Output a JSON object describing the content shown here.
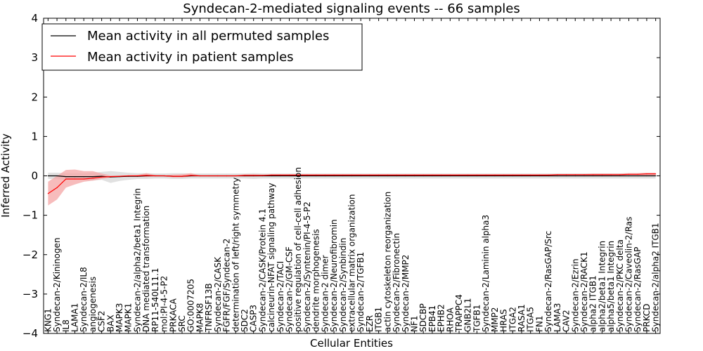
{
  "chart_data": {
    "type": "line",
    "title": "Syndecan-2-mediated signaling events -- 66 samples",
    "xlabel": "Cellular Entities",
    "ylabel": "Inferred Activity",
    "ylim": [
      -4,
      4
    ],
    "yticks": [
      -4,
      -3,
      -2,
      -1,
      0,
      1,
      2,
      3,
      4
    ],
    "legend_position": "top-left",
    "categories": [
      "KNG1",
      "Syndecan-2/Kininogen",
      "IL8",
      "LAMA1",
      "Syndecan-2/IL8",
      "angiogenesis",
      "CSF2",
      "BAX",
      "MAPK3",
      "MAPK1",
      "Syndecan-2/alpha2/beta1 Integrin",
      "DNA mediated transformation",
      "RP11-540L11.1",
      "mol:PI-4-5-P2",
      "PRKACA",
      "SRC",
      "GO:0007205",
      "MAPK8",
      "TNFRSF13B",
      "Syndecan-2/CASK",
      "FGFR/FGF/Syndecan-2",
      "determination of left/right symmetry",
      "SDC2",
      "CASP3",
      "Syndecan-2/CASK/Protein 4.1",
      "calcineurin-NFAT signaling pathway",
      "Syndecan-2/TACI",
      "Syndecan-2/GM-CSF",
      "positive regulation of cell-cell adhesion",
      "Syndecan-2/Syntenin/PI-4-5-P2",
      "dendrite morphogenesis",
      "Syndecan-2 dimer",
      "Syndecan-2/Neurofibromin",
      "Syndecan-2/Synbindin",
      "extracellular matrix organization",
      "Syndecan-2/TGFB1",
      "EZR",
      "ITGB1",
      "actin cytoskeleton reorganization",
      "Syndecan-2/Fibronectin",
      "Syndecan-2/MMP2",
      "NF1",
      "SDCBP",
      "EPB41",
      "EPHB2",
      "RHOA",
      "TRAPPC4",
      "GNB2L1",
      "TGFB1",
      "Syndecan-2/Laminin alpha3",
      "MMP2",
      "HRAS",
      "ITGA2",
      "RASA1",
      "ITGA5",
      "FN1",
      "Syndecan-2/RasGAP/Src",
      "LAMA3",
      "CAV2",
      "Syndecan-2/Ezrin",
      "Syndecan-2/RACK1",
      "alpha2 ITGB1",
      "alpha2/beta1 Integrin",
      "alpha5/beta1 Integrin",
      "Syndecan-2/PKC delta",
      "Syndecan-2/Caveolin-2/Ras",
      "Syndecan-2/RasGAP",
      "PRKCD",
      "Syndecan-2/alpha2 ITGB1"
    ],
    "series": [
      {
        "name": "Mean activity in all permuted samples",
        "color": "#000000",
        "band_color": "#d9d9d9",
        "values": [
          0,
          0,
          -0.02,
          -0.02,
          -0.02,
          -0.02,
          -0.01,
          -0.03,
          -0.02,
          -0.01,
          -0.01,
          0,
          0,
          0,
          -0.01,
          -0.01,
          0,
          0,
          0,
          0,
          0,
          0,
          0,
          0,
          0,
          0,
          0,
          0,
          0,
          0,
          0,
          0,
          0,
          0,
          0,
          0,
          0,
          0,
          0,
          0,
          0,
          0,
          0,
          0,
          0,
          0,
          0,
          0,
          0,
          0,
          0,
          0,
          0,
          0,
          0,
          0,
          0,
          0,
          0,
          0,
          0,
          0,
          0,
          0,
          0,
          0,
          0,
          0,
          0
        ],
        "lower": [
          -0.08,
          -0.08,
          -0.1,
          -0.1,
          -0.1,
          -0.12,
          -0.1,
          -0.18,
          -0.13,
          -0.1,
          -0.08,
          -0.08,
          -0.07,
          -0.07,
          -0.08,
          -0.08,
          -0.07,
          -0.07,
          -0.07,
          -0.07,
          -0.07,
          -0.07,
          -0.07,
          -0.08,
          -0.07,
          -0.07,
          -0.07,
          -0.07,
          -0.07,
          -0.07,
          -0.07,
          -0.07,
          -0.07,
          -0.07,
          -0.07,
          -0.07,
          -0.07,
          -0.07,
          -0.07,
          -0.07,
          -0.07,
          -0.07,
          -0.07,
          -0.07,
          -0.07,
          -0.07,
          -0.07,
          -0.07,
          -0.07,
          -0.07,
          -0.07,
          -0.07,
          -0.07,
          -0.07,
          -0.07,
          -0.07,
          -0.07,
          -0.07,
          -0.07,
          -0.07,
          -0.07,
          -0.07,
          -0.07,
          -0.07,
          -0.07,
          -0.07,
          -0.07,
          -0.07,
          -0.07
        ],
        "upper": [
          0.08,
          0.08,
          0.07,
          0.07,
          0.07,
          0.08,
          0.1,
          0.12,
          0.1,
          0.08,
          0.07,
          0.07,
          0.06,
          0.06,
          0.07,
          0.07,
          0.06,
          0.06,
          0.06,
          0.06,
          0.06,
          0.06,
          0.06,
          0.07,
          0.06,
          0.06,
          0.06,
          0.06,
          0.06,
          0.06,
          0.06,
          0.06,
          0.06,
          0.06,
          0.06,
          0.06,
          0.06,
          0.06,
          0.06,
          0.06,
          0.06,
          0.06,
          0.06,
          0.06,
          0.06,
          0.06,
          0.06,
          0.06,
          0.06,
          0.06,
          0.06,
          0.06,
          0.06,
          0.06,
          0.06,
          0.06,
          0.06,
          0.06,
          0.06,
          0.06,
          0.06,
          0.06,
          0.06,
          0.06,
          0.06,
          0.06,
          0.06,
          0.06,
          0.06
        ]
      },
      {
        "name": "Mean activity in patient samples",
        "color": "#ff0000",
        "band_color": "#f4a6a6",
        "values": [
          -0.45,
          -0.3,
          -0.08,
          -0.08,
          -0.08,
          -0.06,
          -0.03,
          -0.02,
          -0.01,
          0,
          0,
          0.01,
          0,
          0,
          -0.01,
          -0.01,
          0.01,
          0,
          0,
          0,
          0,
          0,
          0.01,
          0.01,
          0.01,
          0.02,
          0.02,
          0.02,
          0.02,
          0.02,
          0.02,
          0.02,
          0.02,
          0.02,
          0.02,
          0.02,
          0.02,
          0.02,
          0.02,
          0.02,
          0.02,
          0.02,
          0.02,
          0.02,
          0.02,
          0.02,
          0.02,
          0.02,
          0.02,
          0.02,
          0.02,
          0.02,
          0.02,
          0.02,
          0.02,
          0.02,
          0.02,
          0.03,
          0.03,
          0.03,
          0.03,
          0.03,
          0.03,
          0.03,
          0.03,
          0.04,
          0.04,
          0.05,
          0.05
        ],
        "lower": [
          -0.75,
          -0.6,
          -0.3,
          -0.22,
          -0.15,
          -0.12,
          -0.08,
          -0.04,
          -0.02,
          -0.01,
          -0.02,
          -0.03,
          -0.01,
          -0.01,
          -0.04,
          -0.04,
          -0.02,
          -0.01,
          -0.01,
          -0.01,
          -0.01,
          -0.01,
          -0.02,
          -0.02,
          -0.01,
          0,
          0,
          0,
          0,
          0,
          0,
          0,
          0,
          0,
          0,
          0,
          0,
          0,
          0,
          0,
          0,
          0,
          0,
          0,
          0,
          0,
          0,
          0,
          0,
          0,
          0,
          0,
          0,
          0,
          0,
          0,
          0,
          0,
          0,
          0,
          0,
          0,
          0,
          0,
          0.01,
          0.01,
          0.01,
          0.01,
          0.01
        ],
        "upper": [
          -0.15,
          0,
          0.15,
          0.16,
          0.12,
          0.12,
          0.06,
          0.01,
          0,
          0.01,
          0.02,
          0.07,
          0.02,
          0.01,
          0.03,
          0.04,
          0.07,
          0.01,
          0.01,
          0.01,
          0.01,
          0.01,
          0.04,
          0.04,
          0.03,
          0.04,
          0.04,
          0.04,
          0.04,
          0.04,
          0.04,
          0.04,
          0.04,
          0.04,
          0.04,
          0.04,
          0.04,
          0.04,
          0.04,
          0.04,
          0.04,
          0.04,
          0.04,
          0.04,
          0.04,
          0.04,
          0.04,
          0.04,
          0.04,
          0.04,
          0.04,
          0.04,
          0.04,
          0.04,
          0.04,
          0.04,
          0.04,
          0.05,
          0.05,
          0.05,
          0.05,
          0.06,
          0.06,
          0.06,
          0.06,
          0.07,
          0.07,
          0.08,
          0.08
        ]
      }
    ]
  }
}
